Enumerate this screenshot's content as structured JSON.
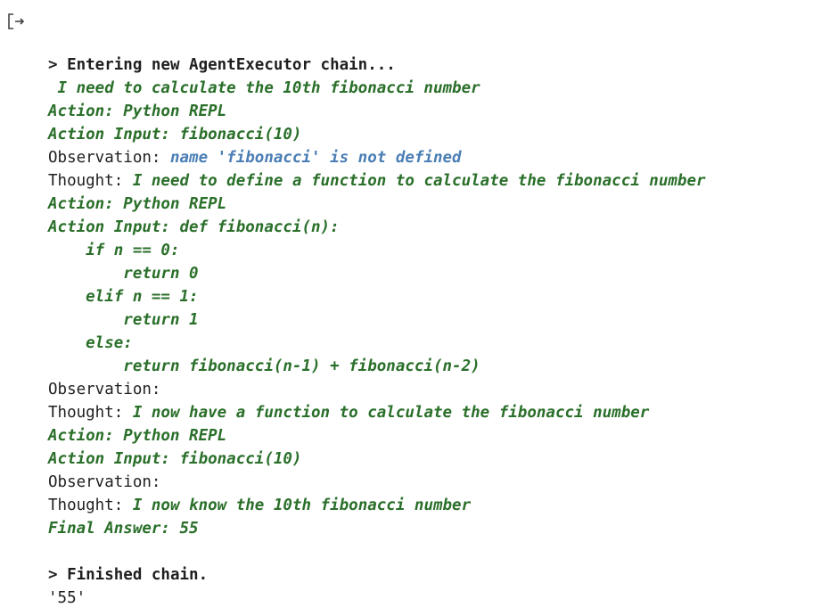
{
  "output_icon": "output-redirect-icon",
  "colors": {
    "agent_text": "#2a6f2a",
    "observation_text": "#4a7eb5",
    "plain_text": "#1f1f1f"
  },
  "lines": [
    {
      "kind": "bold",
      "text": "> Entering new AgentExecutor chain..."
    },
    {
      "kind": "agent",
      "text": " I need to calculate the 10th fibonacci number"
    },
    {
      "kind": "agent",
      "text": "Action: Python REPL"
    },
    {
      "kind": "agent",
      "text": "Action Input: fibonacci(10)"
    },
    {
      "kind": "mixed",
      "label": "Observation: ",
      "text": "name 'fibonacci' is not defined",
      "style": "obs"
    },
    {
      "kind": "mixed",
      "label": "Thought: ",
      "text": "I need to define a function to calculate the fibonacci number",
      "style": "agent"
    },
    {
      "kind": "agent",
      "text": "Action: Python REPL"
    },
    {
      "kind": "agent",
      "text": "Action Input: def fibonacci(n):"
    },
    {
      "kind": "agent",
      "text": "    if n == 0:"
    },
    {
      "kind": "agent",
      "text": "        return 0"
    },
    {
      "kind": "agent",
      "text": "    elif n == 1:"
    },
    {
      "kind": "agent",
      "text": "        return 1"
    },
    {
      "kind": "agent",
      "text": "    else:"
    },
    {
      "kind": "agent",
      "text": "        return fibonacci(n-1) + fibonacci(n-2)"
    },
    {
      "kind": "plain",
      "text": "Observation: "
    },
    {
      "kind": "mixed",
      "label": "Thought: ",
      "text": "I now have a function to calculate the fibonacci number",
      "style": "agent"
    },
    {
      "kind": "agent",
      "text": "Action: Python REPL"
    },
    {
      "kind": "agent",
      "text": "Action Input: fibonacci(10)"
    },
    {
      "kind": "plain",
      "text": "Observation: "
    },
    {
      "kind": "mixed",
      "label": "Thought: ",
      "text": "I now know the 10th fibonacci number",
      "style": "agent"
    },
    {
      "kind": "agent",
      "text": "Final Answer: 55"
    },
    {
      "kind": "plain",
      "text": ""
    },
    {
      "kind": "bold",
      "text": "> Finished chain."
    },
    {
      "kind": "plain",
      "text": "'55'"
    }
  ]
}
